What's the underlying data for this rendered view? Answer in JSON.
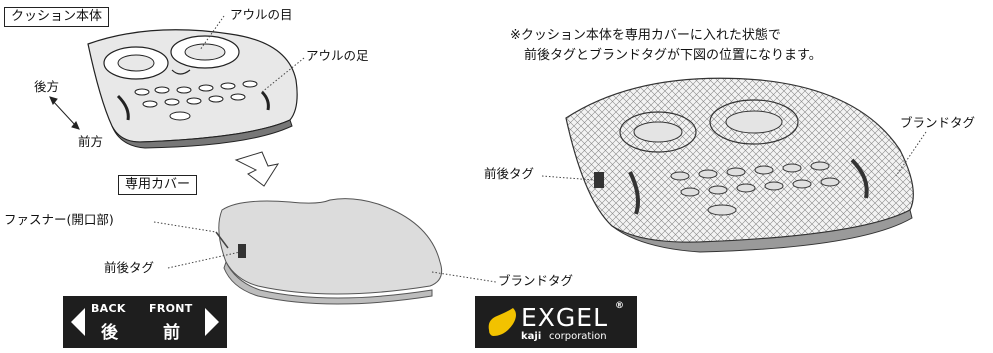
{
  "labels": {
    "cushion_body": "クッション本体",
    "owl_eye": "アウルの目",
    "owl_foot": "アウルの足",
    "back": "後方",
    "front": "前方",
    "dedicated_cover": "専用カバー",
    "fastener": "ファスナー(開口部)",
    "front_back_tag_left": "前後タグ",
    "brand_tag_left": "ブランドタグ",
    "front_back_tag_right": "前後タグ",
    "brand_tag_right": "ブランドタグ"
  },
  "note": {
    "line1": "※クッション本体を専用カバーに入れた状態で",
    "line2": "前後タグとブランドタグが下図の位置になります。"
  },
  "tag_front_back": {
    "back_en": "BACK",
    "back_jp": "後",
    "front_en": "FRONT",
    "front_jp": "前"
  },
  "tag_brand": {
    "logo": "EXGEL",
    "registered": "®",
    "maker_bold": "kaji",
    "maker_rest": "corporation",
    "logo_color": "#f2c200"
  }
}
